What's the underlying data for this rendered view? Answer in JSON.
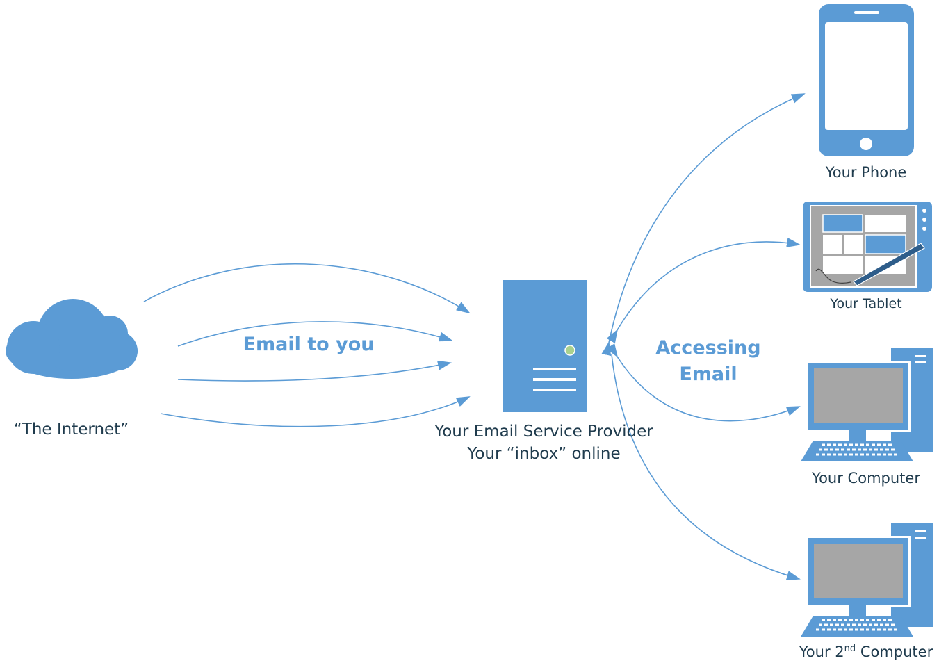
{
  "nodes": {
    "internet": {
      "label": "“The Internet”"
    },
    "provider": {
      "line1": "Your Email Service Provider",
      "line2": "Your “inbox” online"
    },
    "phone": {
      "label": "Your Phone"
    },
    "tablet": {
      "label": "Your Tablet"
    },
    "computer": {
      "label": "Your Computer"
    },
    "computer2": {
      "prefix": "Your 2",
      "sup": "nd",
      "suffix": " Computer"
    }
  },
  "edge_labels": {
    "incoming": "Email to you",
    "outgoing_line1": "Accessing",
    "outgoing_line2": "Email"
  },
  "colors": {
    "accent": "#5b9bd5",
    "screen_gray": "#a6a6a6",
    "status_green": "#a9d18e",
    "text": "#1f3b4d"
  }
}
